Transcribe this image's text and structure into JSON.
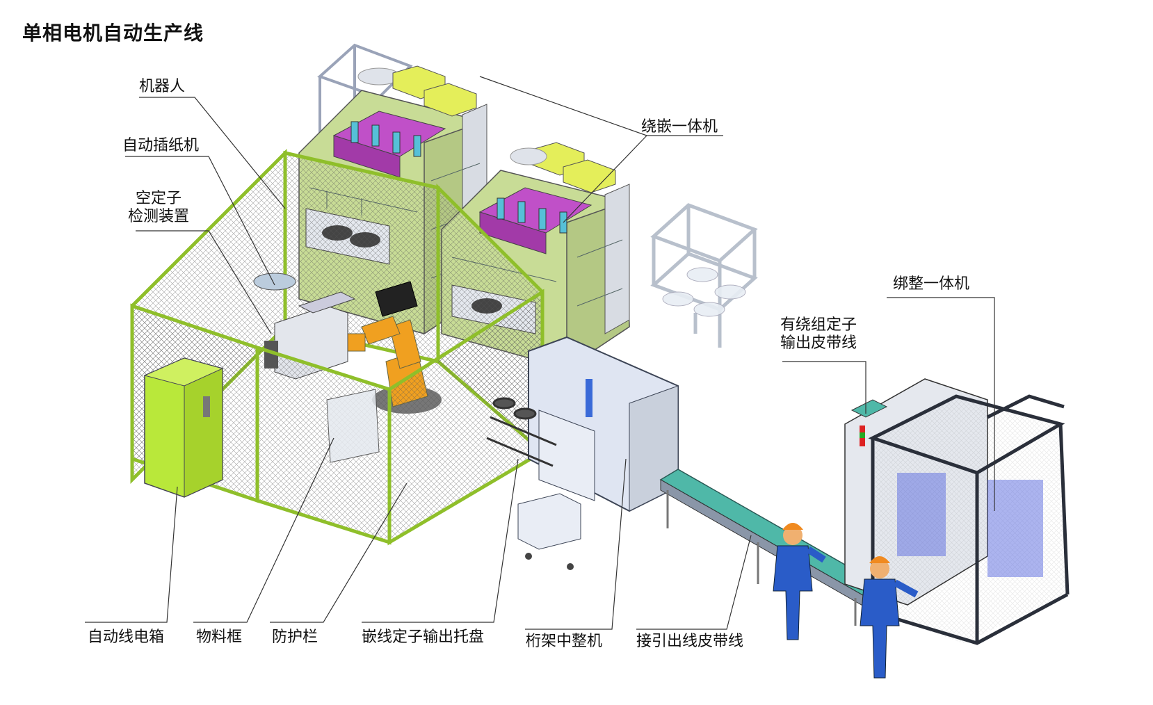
{
  "title": "单相电机自动生产线",
  "labels": {
    "robot": "机器人",
    "auto_paper_inserter": "自动插纸机",
    "empty_stator_l1": "空定子",
    "empty_stator_l2": "检测装置",
    "winding_inserting": "绕嵌一体机",
    "binding_shaping": "绑整一体机",
    "wound_stator_belt_l1": "有绕组定子",
    "wound_stator_belt_l2": "输出皮带线",
    "control_box": "自动线电箱",
    "material_frame": "物料框",
    "guard_fence": "防护栏",
    "inserted_stator_tray": "嵌线定子输出托盘",
    "gantry_shaper": "桁架中整机",
    "lead_belt": "接引出线皮带线"
  },
  "colors": {
    "fence_frame": "#8fbf2a",
    "machine_body": "#c8dc96",
    "electric_box": "#b9e83a",
    "purple_tooling": "#c050c8",
    "yellow_box": "#e4ee5a",
    "robot_orange": "#f0a020",
    "frame_gray": "#c9d0dc",
    "belt_teal": "#4fb8a8",
    "dark_frame": "#2a2f3a",
    "worker_blue": "#2a5cc8",
    "helmet_orange": "#f08a20"
  }
}
